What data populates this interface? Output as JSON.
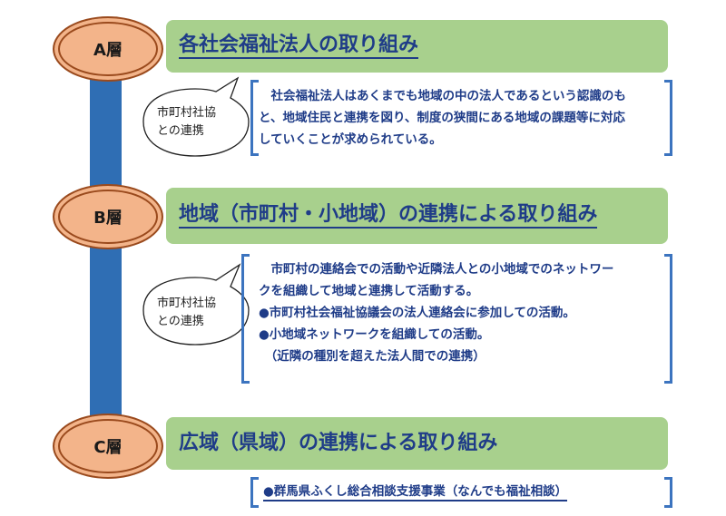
{
  "layers": [
    {
      "badge": "A層",
      "title": "各社会福祉法人の取り組み",
      "bubble": [
        "市町村社協",
        "との連携"
      ],
      "lines": [
        "　社会福祉法人はあくまでも地域の中の法人であるという認識のも",
        "と、地域住民と連携を図り、制度の狭間にある地域の課題等に対応",
        "していくことが求められている。"
      ]
    },
    {
      "badge": "B層",
      "title": "地域（市町村・小地域）の連携による取り組み",
      "bubble": [
        "市町村社協",
        "との連携"
      ],
      "lines": [
        "　市町村の連絡会での活動や近隣法人との小地域でのネットワー",
        "クを組織して地域と連携して活動する。",
        "●市町村社会福祉協議会の法人連絡会に参加しての活動。",
        "●小地域ネットワークを組織しての活動。",
        "　（近隣の種別を超えた法人間での連携）"
      ]
    },
    {
      "badge": "C層",
      "title": "広域（県域）の連携による取り組み",
      "lines": [
        "●群馬県ふくし総合相談支援事業（なんでも福祉相談）"
      ]
    }
  ],
  "colors": {
    "circle_fill": "#f3b48a",
    "circle_border": "#9a4a1d",
    "banner_fill": "#a8d08d",
    "text_blue": "#1f3c88",
    "bracket_blue": "#3c74bf",
    "line_blue": "#2f6eb4"
  }
}
